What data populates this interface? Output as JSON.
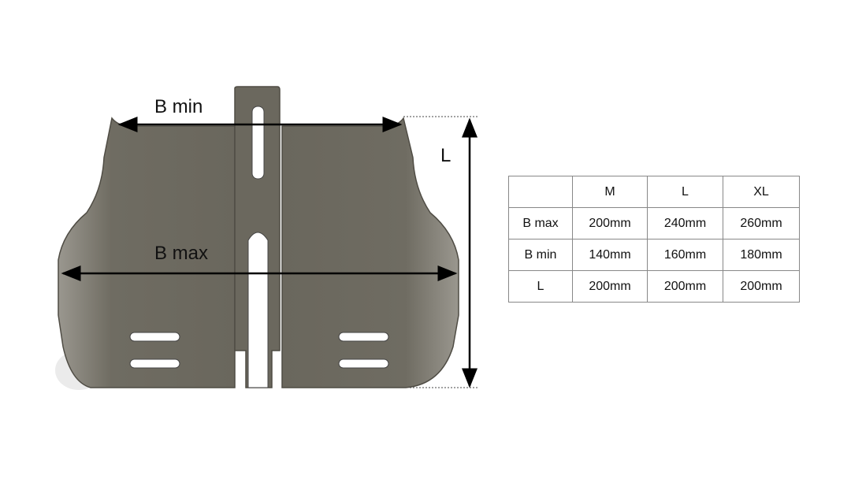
{
  "dimensions": {
    "b_min_label": "B min",
    "b_max_label": "B max",
    "l_label": "L"
  },
  "size_table": {
    "headers": [
      "",
      "M",
      "L",
      "XL"
    ],
    "rows": [
      {
        "label": "B max",
        "values": [
          "200mm",
          "240mm",
          "260mm"
        ]
      },
      {
        "label": "B min",
        "values": [
          "140mm",
          "160mm",
          "180mm"
        ]
      },
      {
        "label": "L",
        "values": [
          "200mm",
          "200mm",
          "200mm"
        ]
      }
    ]
  },
  "colors": {
    "part": "#77746a",
    "part_dark": "#5f5c53",
    "arrow": "#000000"
  }
}
